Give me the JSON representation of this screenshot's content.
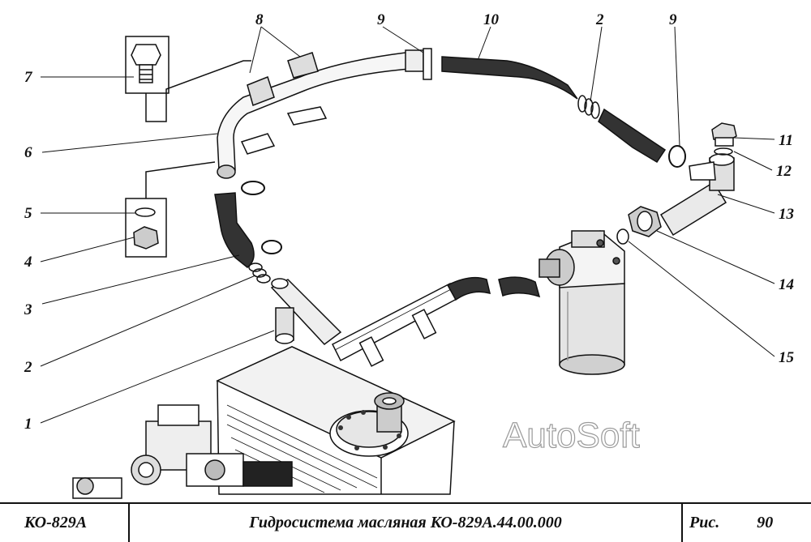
{
  "callouts": {
    "c1": "1",
    "c2a": "2",
    "c2b": "2",
    "c3": "3",
    "c4": "4",
    "c5": "5",
    "c6": "6",
    "c7": "7",
    "c8": "8",
    "c9a": "9",
    "c9b": "9",
    "c10": "10",
    "c11": "11",
    "c12": "12",
    "c13": "13",
    "c14": "14",
    "c15": "15"
  },
  "watermark": "AutoSoft",
  "title_block": {
    "model": "КО-829А",
    "title": "Гидросистема масляная КО-829А.44.00.000",
    "figure_label": "Рис.",
    "figure_number": "90"
  }
}
